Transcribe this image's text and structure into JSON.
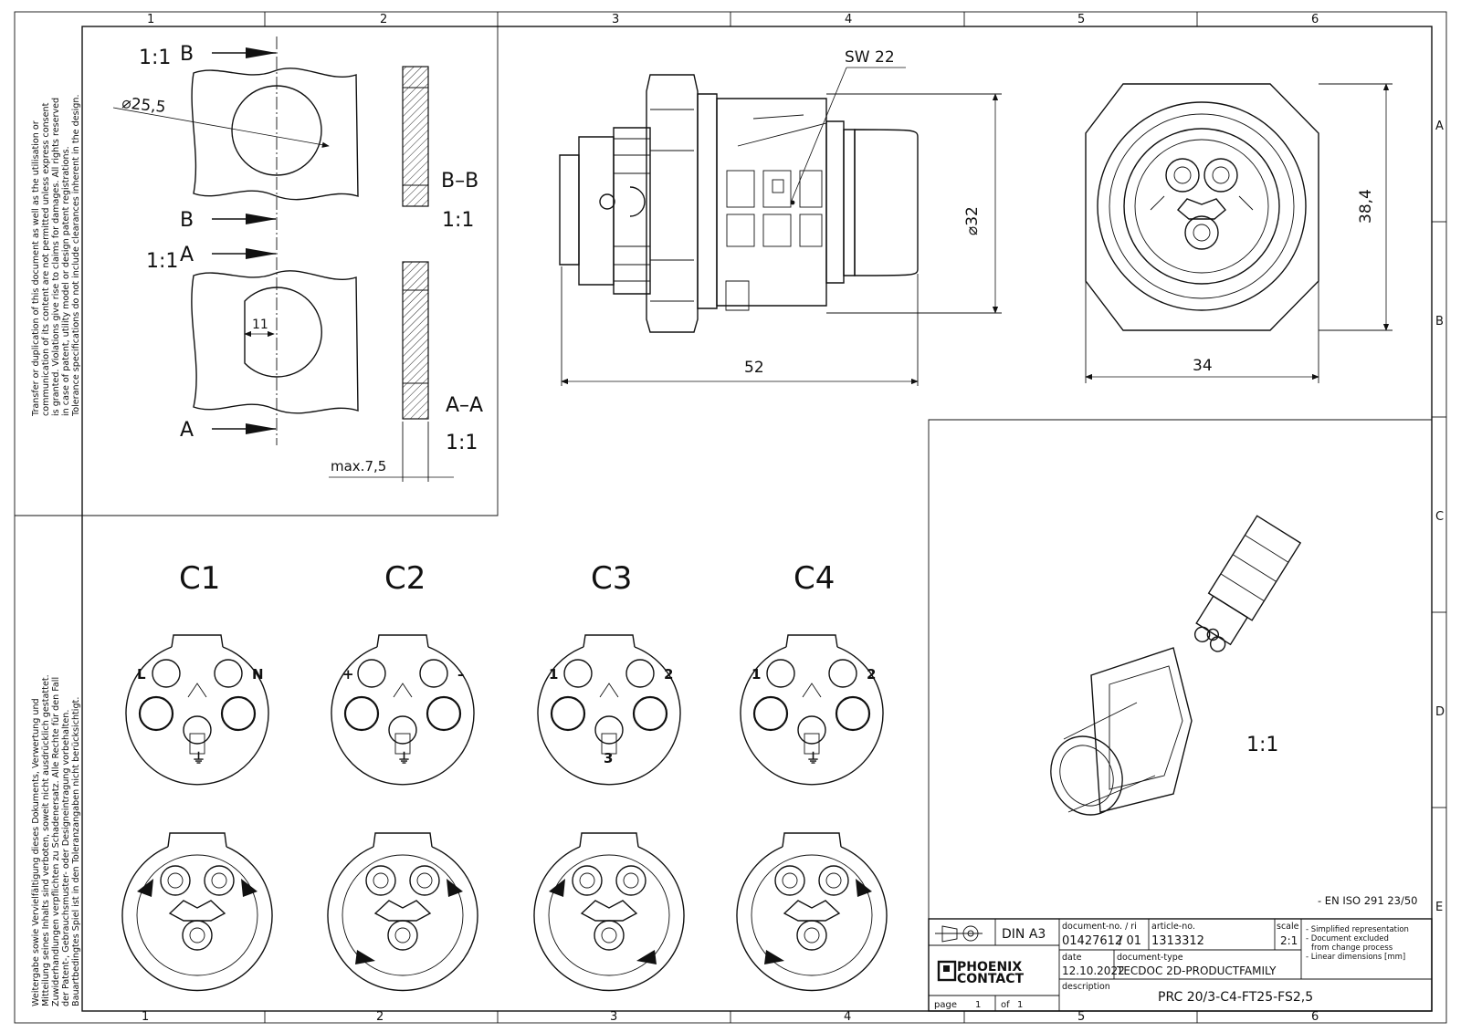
{
  "frame": {
    "columns": [
      "1",
      "2",
      "3",
      "4",
      "5",
      "6"
    ],
    "rows": [
      "A",
      "B",
      "C",
      "D",
      "E"
    ],
    "notice_en": [
      "Transfer or duplication of this document as well as the utilisation or",
      "communication of its content are not permitted unless express consent",
      "is granted. Violations give rise to claims for damages. All rights reserved",
      "in case of patent, utility model or design patent registrations.",
      "Tolerance specifications do not include clearances inherent in the design."
    ],
    "notice_de": [
      "Weitergabe sowie Vervielfältigung dieses Dokuments, Verwertung und",
      "Mitteilung seines Inhalts sind verboten, soweit nicht ausdrücklich gestattet.",
      "Zuwiderhandlungen verpflichten zu Schadenersatz. Alle Rechte für den Fall",
      "der Patent-, Gebrauchsmuster- oder Designeintragung vorbehalten.",
      "Bauartbedingtes Spiel ist in den Toleranzangaben nicht berücksichtigt."
    ]
  },
  "cutout": {
    "scale_b": "1:1",
    "scale_a": "1:1",
    "marker_b": "B",
    "marker_a": "A",
    "diameter": "⌀25,5",
    "flat": "11",
    "section_bb": "B–B",
    "section_bb_scale": "1:1",
    "section_aa": "A–A",
    "section_aa_scale": "1:1",
    "max_thickness": "max.7,5"
  },
  "side_view": {
    "wrench": "SW 22",
    "diameter": "⌀32",
    "length": "52"
  },
  "front_view": {
    "height": "38,4",
    "width": "34"
  },
  "codings": [
    {
      "label": "C1",
      "pins": [
        "L",
        "N",
        "⏚"
      ]
    },
    {
      "label": "C2",
      "pins": [
        "+",
        "–",
        "⏚"
      ]
    },
    {
      "label": "C3",
      "pins": [
        "1",
        "2",
        "3"
      ]
    },
    {
      "label": "C4",
      "pins": [
        "1",
        "2",
        "⏚"
      ]
    }
  ],
  "iso_view": {
    "scale": "1:1"
  },
  "standard": "- EN ISO 291 23/50",
  "title_block": {
    "format": "DIN A3",
    "doc_no_label": "document-no. / ri",
    "doc_no": "01427612",
    "revision": "/ 01",
    "article_label": "article-no.",
    "article": "1313312",
    "scale_label": "scale",
    "scale": "2:1",
    "date_label": "date",
    "date": "12.10.2022",
    "doctype_label": "document-type",
    "doctype": "TECDOC 2D-PRODUCTFAMILY",
    "desc_label": "description",
    "description": "PRC 20/3-C4-FT25-FS2,5",
    "notes": [
      "- Simplified representation",
      "- Document excluded",
      "from change process",
      "- Linear dimensions [mm]"
    ],
    "page_label": "page",
    "page": "1",
    "of_label": "of",
    "of": "1",
    "logo_top": "PHOENIX",
    "logo_bottom": "CONTACT"
  }
}
